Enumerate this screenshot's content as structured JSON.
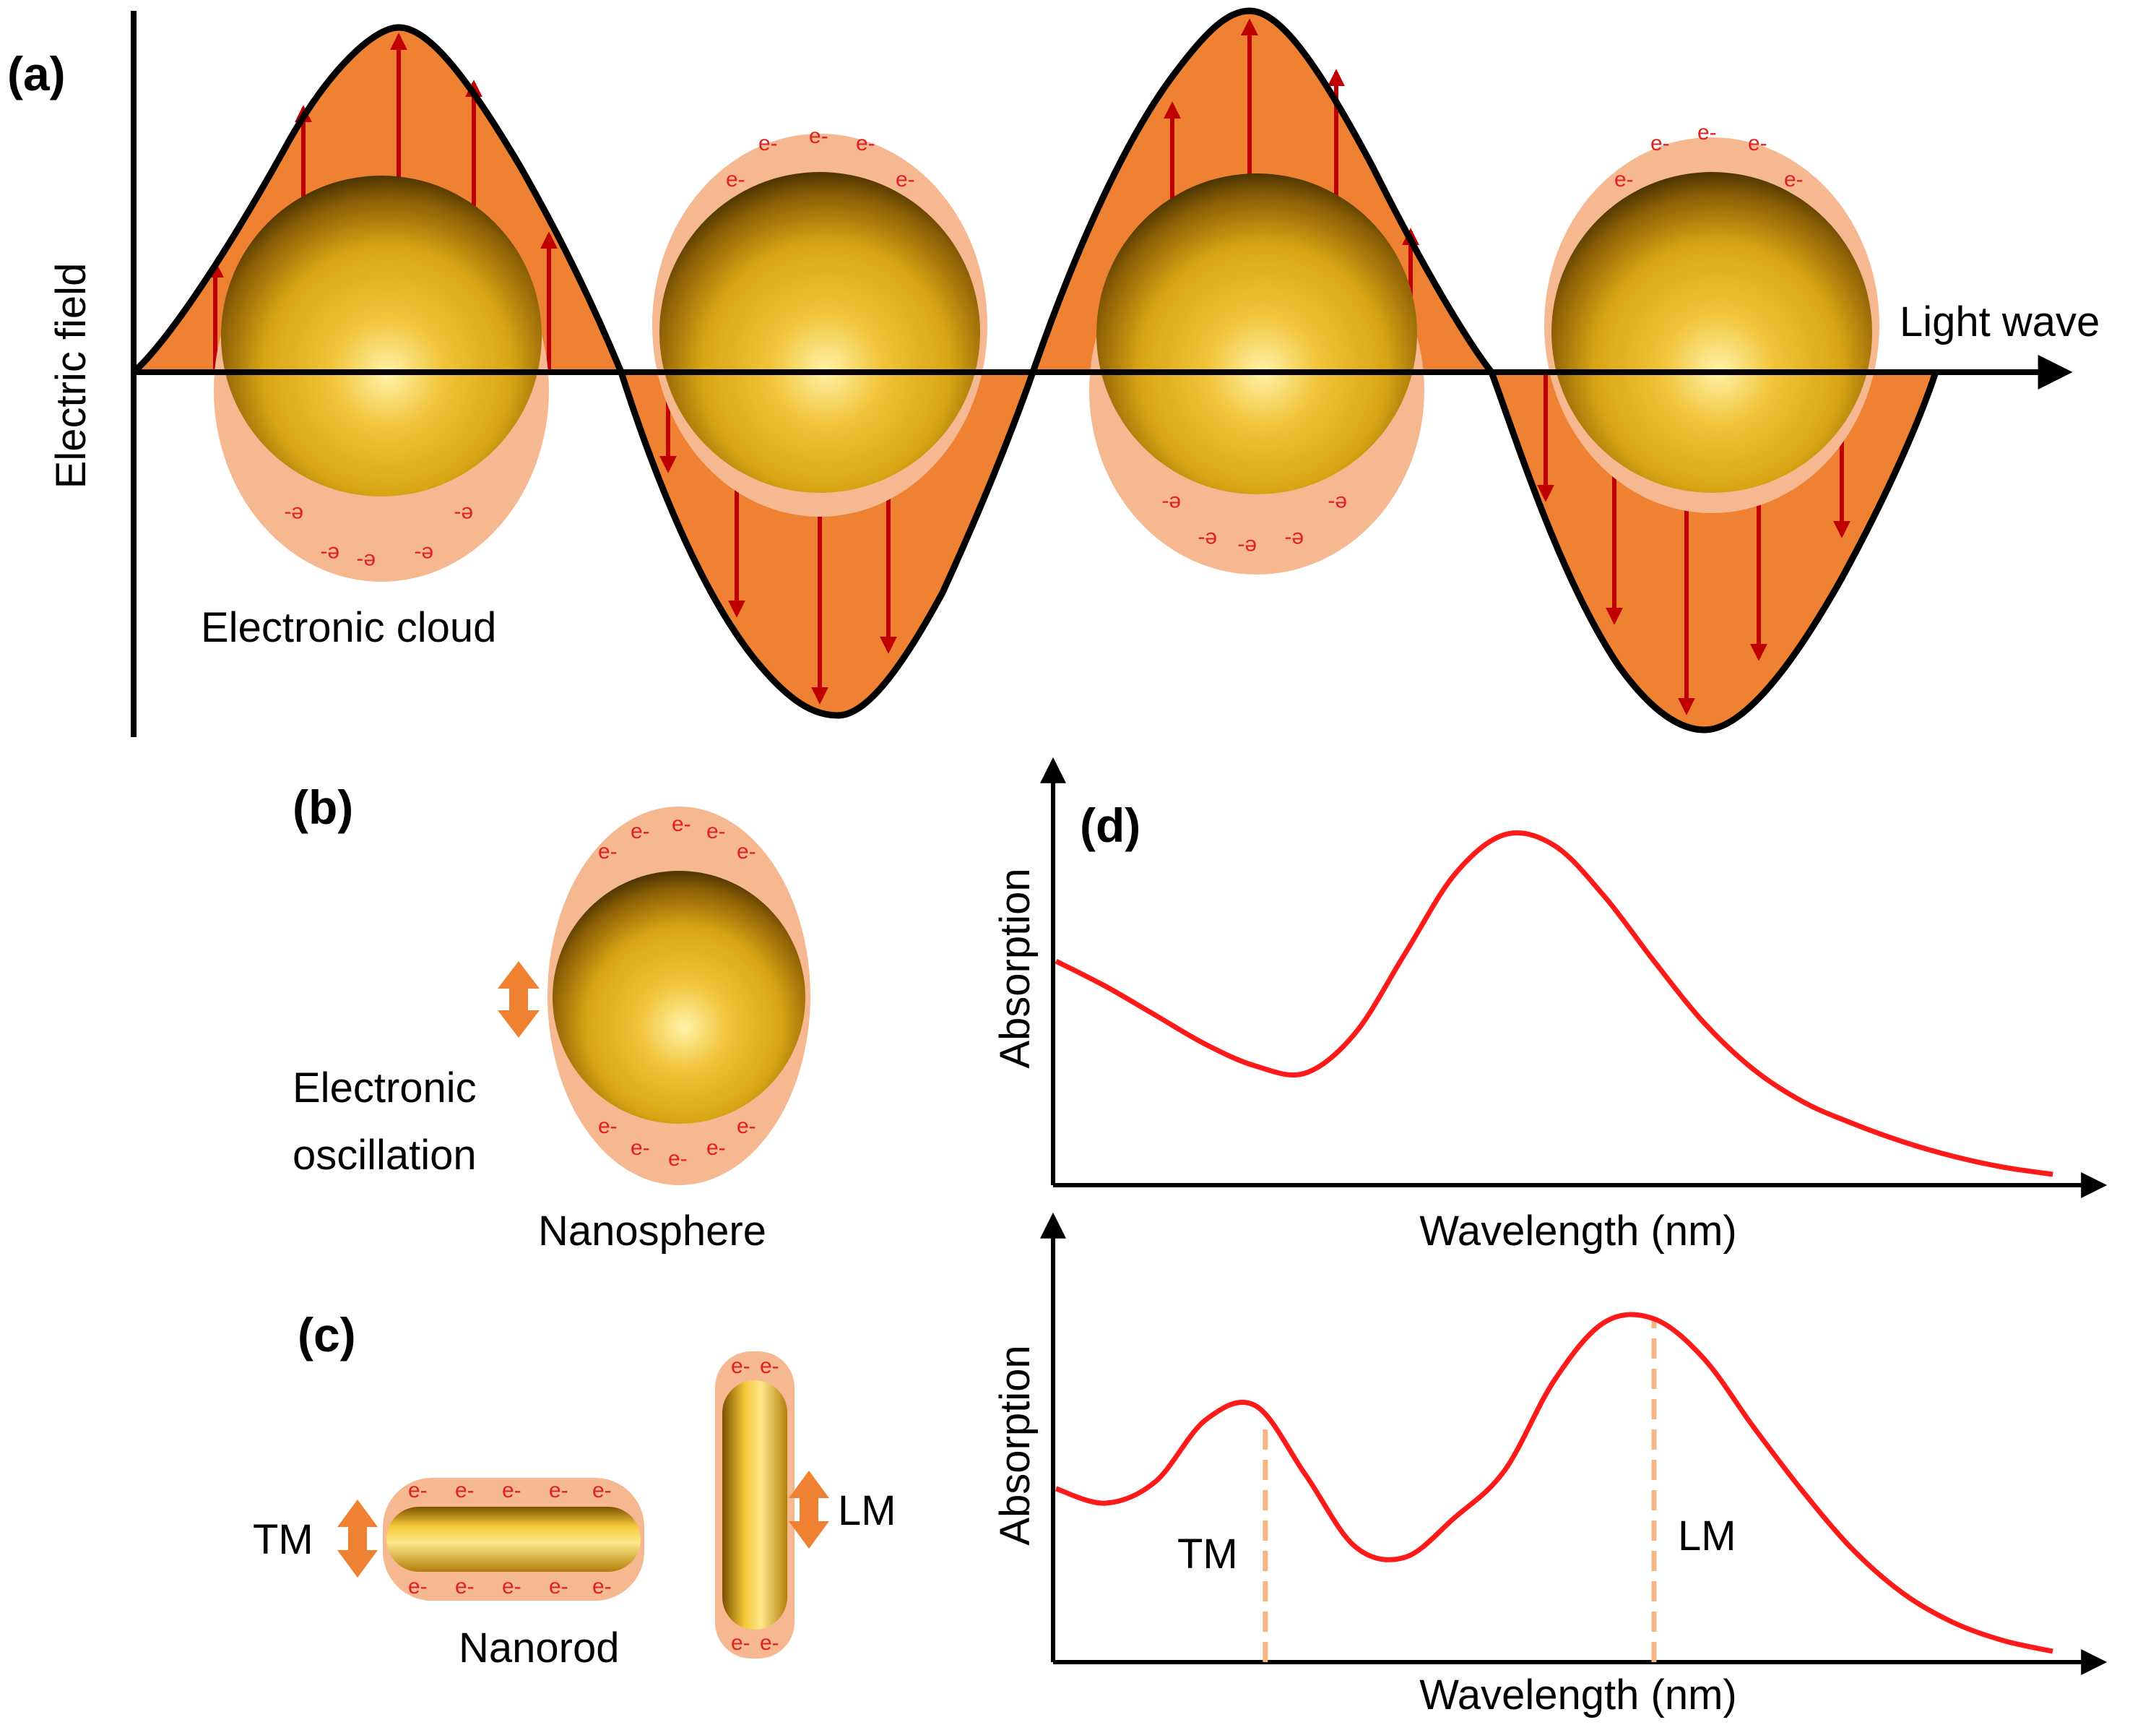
{
  "panels": {
    "a": {
      "label": "(a)",
      "y_axis_label": "Electric field",
      "x_axis_label": "Light wave",
      "cloud_label": "Electronic cloud"
    },
    "b": {
      "label": "(b)",
      "oscillation_label_line1": "Electronic",
      "oscillation_label_line2": "oscillation",
      "particle_label": "Nanosphere"
    },
    "c": {
      "label": "(c)",
      "tm_label": "TM",
      "lm_label": "LM",
      "particle_label": "Nanorod"
    },
    "d": {
      "label": "(d)"
    }
  },
  "electron_symbol": "e-",
  "colors": {
    "wave_fill": "#ee8232",
    "field_arrow": "#c00000",
    "electron_cloud": "#f5b890",
    "electron_text": "#e0211f",
    "gold_light": "#fff3a8",
    "gold_mid": "#d9a514",
    "gold_dark": "#3c2a00",
    "curve": "#ff1a1a",
    "peak_marker": "#f6b583",
    "oscillation_arrow": "#ee8232"
  },
  "chart_data": [
    {
      "type": "line",
      "xlabel": "Wavelength (nm)",
      "ylabel": "Absorption",
      "grid": false,
      "ticks": false,
      "x": [
        0,
        0.05,
        0.1,
        0.15,
        0.2,
        0.25,
        0.3,
        0.35,
        0.4,
        0.45,
        0.5,
        0.55,
        0.6,
        0.65,
        0.7,
        0.75,
        0.8,
        0.85,
        0.9,
        0.95,
        1.0
      ],
      "series": [
        {
          "values": [
            0.62,
            0.55,
            0.47,
            0.39,
            0.33,
            0.31,
            0.42,
            0.64,
            0.86,
            0.97,
            0.94,
            0.8,
            0.62,
            0.45,
            0.32,
            0.23,
            0.17,
            0.12,
            0.08,
            0.05,
            0.03
          ]
        }
      ]
    },
    {
      "type": "line",
      "xlabel": "Wavelength (nm)",
      "ylabel": "Absorption",
      "grid": false,
      "ticks": false,
      "x": [
        0,
        0.05,
        0.1,
        0.15,
        0.2,
        0.25,
        0.3,
        0.35,
        0.4,
        0.45,
        0.5,
        0.55,
        0.6,
        0.65,
        0.7,
        0.75,
        0.8,
        0.85,
        0.9,
        0.95,
        1.0
      ],
      "series": [
        {
          "values": [
            0.48,
            0.44,
            0.5,
            0.67,
            0.71,
            0.52,
            0.32,
            0.29,
            0.4,
            0.53,
            0.78,
            0.94,
            0.95,
            0.84,
            0.65,
            0.47,
            0.31,
            0.19,
            0.11,
            0.06,
            0.03
          ]
        }
      ],
      "markers": [
        {
          "label": "TM",
          "x": 0.21
        },
        {
          "label": "LM",
          "x": 0.6
        }
      ]
    }
  ]
}
